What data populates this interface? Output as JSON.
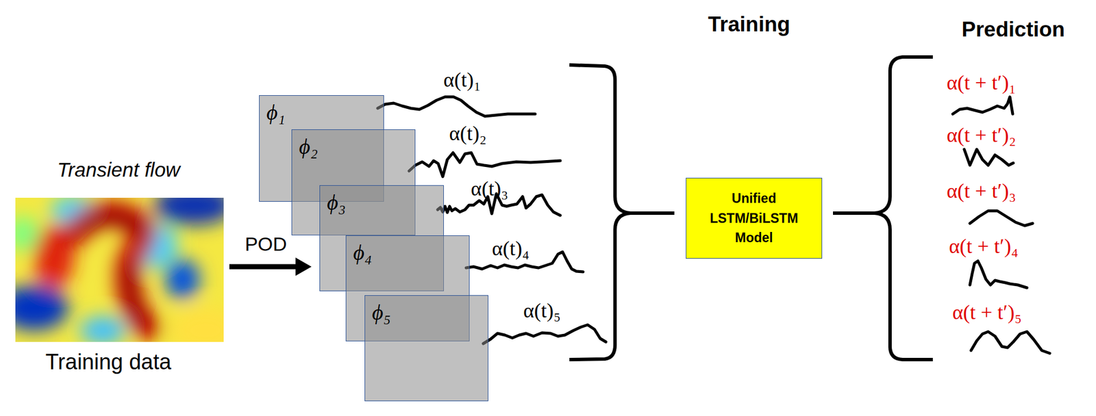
{
  "diagram": {
    "nodes": [
      {
        "text": [
          "Transient flow",
          "Training data"
        ]
      },
      {
        "text": [
          "ϕ₁"
        ]
      },
      {
        "text": [
          "ϕ₂"
        ]
      },
      {
        "text": [
          "ϕ₃"
        ]
      },
      {
        "text": [
          "ϕ₄"
        ]
      },
      {
        "text": [
          "ϕ₅"
        ]
      },
      {
        "text": [
          "Unified LSTM/BiLSTM Model"
        ]
      }
    ],
    "edges": [
      {
        "from": 0,
        "to": 3,
        "label": "POD",
        "arrow": "to"
      }
    ],
    "labels": [
      "α(t)₁",
      "α(t)₂",
      "α(t)₃",
      "α(t)₄",
      "α(t)₅",
      "Training",
      "Prediction",
      "α(t + t′)₁",
      "α(t + t′)₂",
      "α(t + t′)₃",
      "α(t + t′)₄",
      "α(t + t′)₅"
    ]
  }
}
